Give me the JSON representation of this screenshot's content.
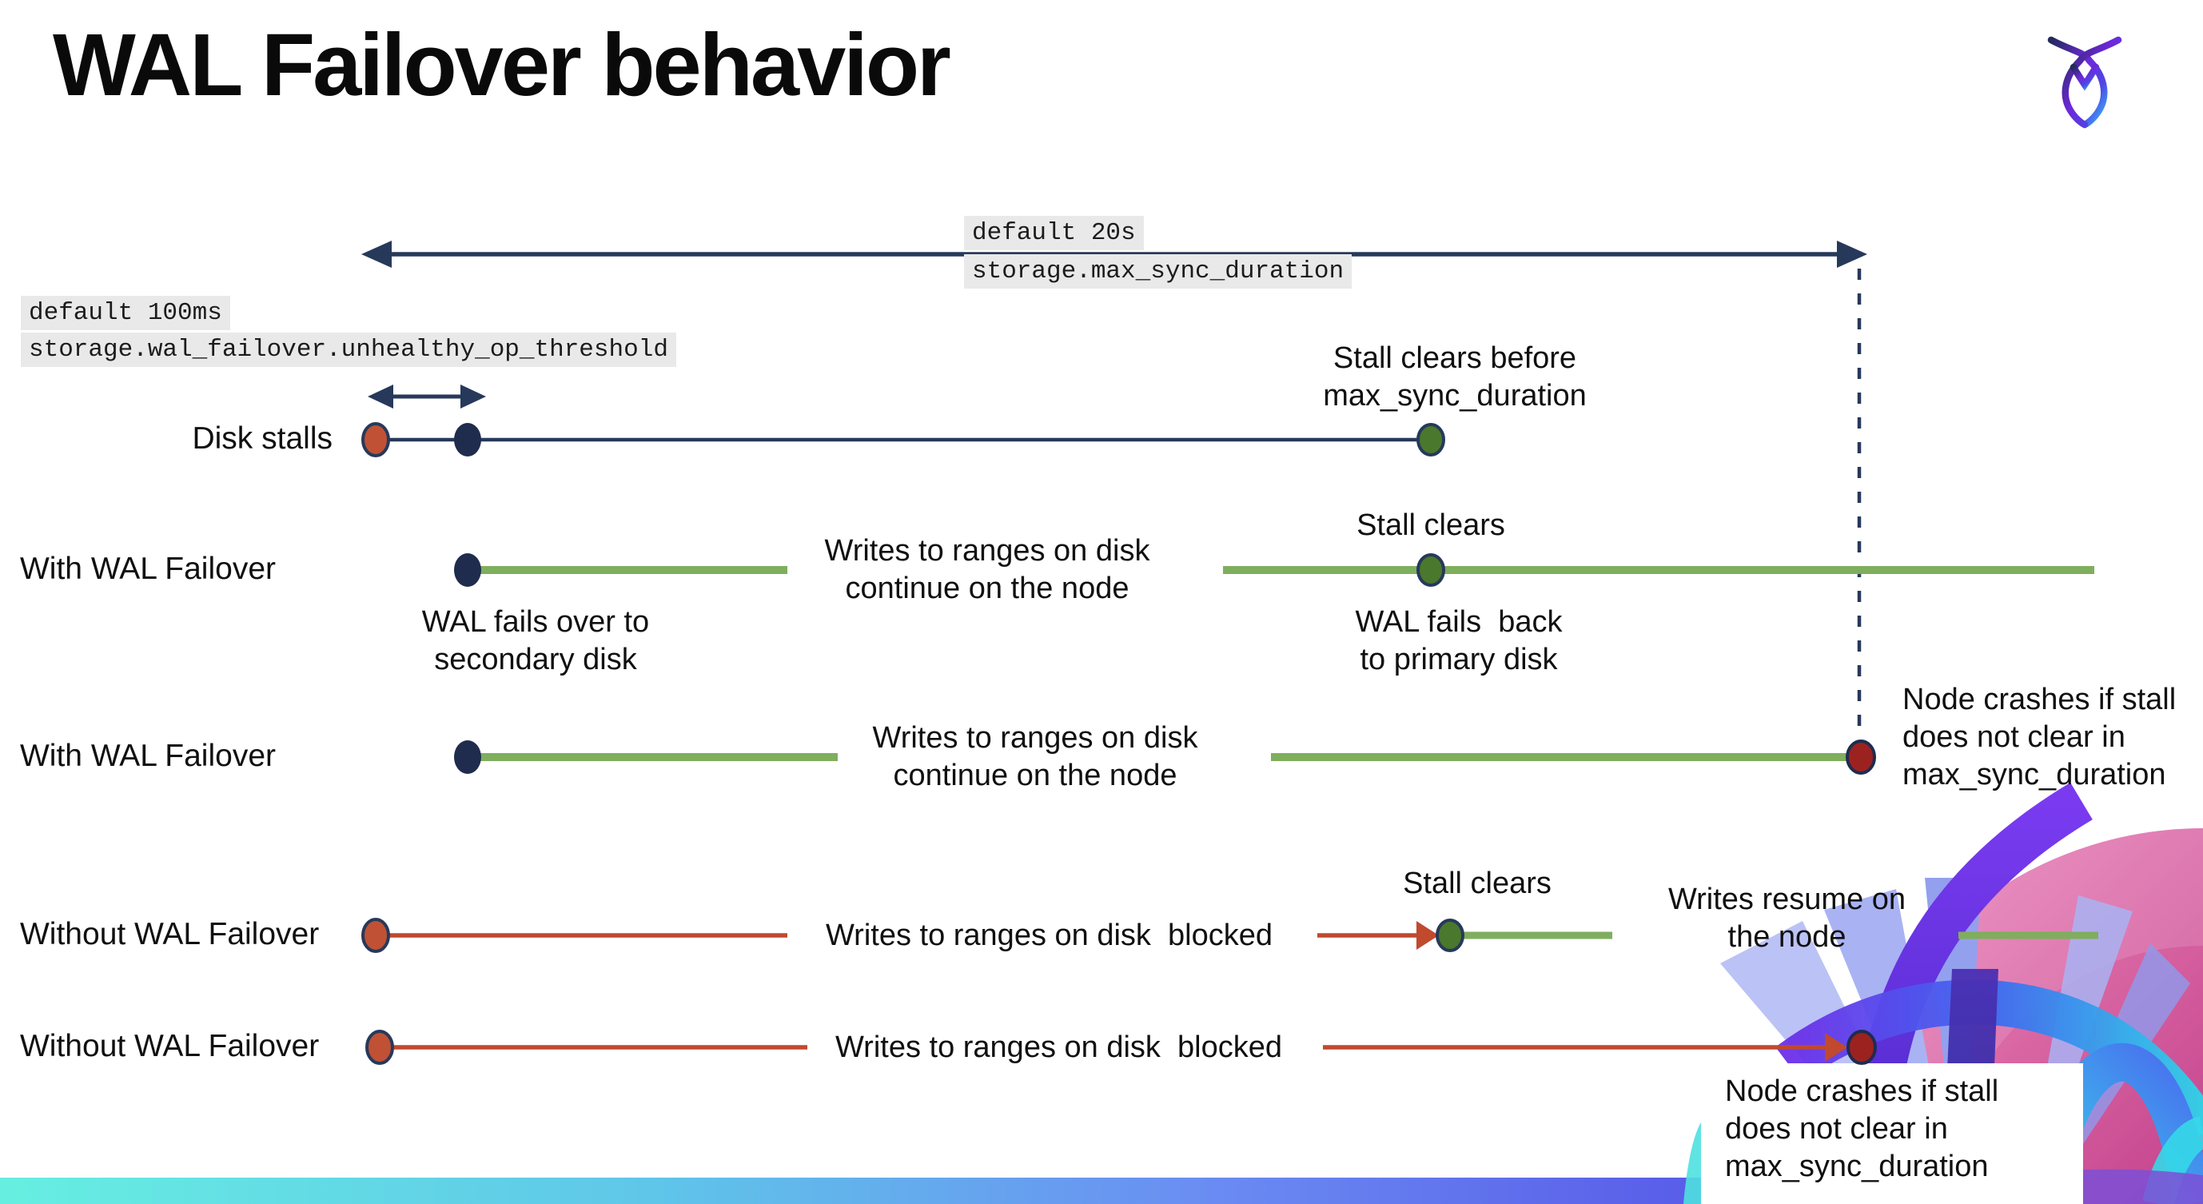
{
  "header": {
    "title": "WAL Failover behavior"
  },
  "icons": {
    "logo": "cockroachdb-bug-logo",
    "background_art": "cockroach-wings-graphic"
  },
  "colors": {
    "navy": "#27395B",
    "green_line": "#7FAE5D",
    "green_dot": "#4A782C",
    "red_line": "#C0492E",
    "stall_dot_red": "#C05134",
    "crash_dot_red": "#9C2220",
    "code_chip_bg": "#E9E9E9",
    "bottom_bar_gradient": [
      "#66EFE1",
      "#5FC5E9",
      "#6A8CF2",
      "#585AE8",
      "#7C4FD6"
    ]
  },
  "annotations": {
    "max_sync_duration": {
      "line1": "default 20s",
      "line2": "storage.max_sync_duration"
    },
    "unhealthy_op_threshold": {
      "line1": "default 100ms",
      "line2": "storage.wal_failover.unhealthy_op_threshold"
    }
  },
  "rows": {
    "disk_stalls": {
      "label": "Disk stalls",
      "stall_clears_line1": "Stall clears before",
      "stall_clears_line2": "max_sync_duration"
    },
    "with_failover_1": {
      "label": "With WAL Failover",
      "failover_line1": "WAL fails over to",
      "failover_line2": "secondary disk",
      "writes_line1": "Writes to ranges on disk",
      "writes_line2": "continue on the node",
      "stall_clears": "Stall clears",
      "failback_line1": "WAL fails  back",
      "failback_line2": "to primary disk"
    },
    "with_failover_2": {
      "label": "With WAL Failover",
      "writes_line1": "Writes to ranges on disk",
      "writes_line2": "continue on the node",
      "crash_line1": "Node crashes if stall",
      "crash_line2": "does not clear in",
      "crash_line3": "max_sync_duration"
    },
    "without_failover_1": {
      "label": "Without WAL Failover",
      "writes_blocked": "Writes to ranges on disk  blocked",
      "stall_clears": "Stall clears",
      "resume_line1": "Writes resume on",
      "resume_line2": "the node"
    },
    "without_failover_2": {
      "label": "Without WAL Failover",
      "writes_blocked": "Writes to ranges on disk  blocked",
      "crash_line1": "Node crashes if stall",
      "crash_line2": "does not clear in",
      "crash_line3": "max_sync_duration"
    }
  }
}
